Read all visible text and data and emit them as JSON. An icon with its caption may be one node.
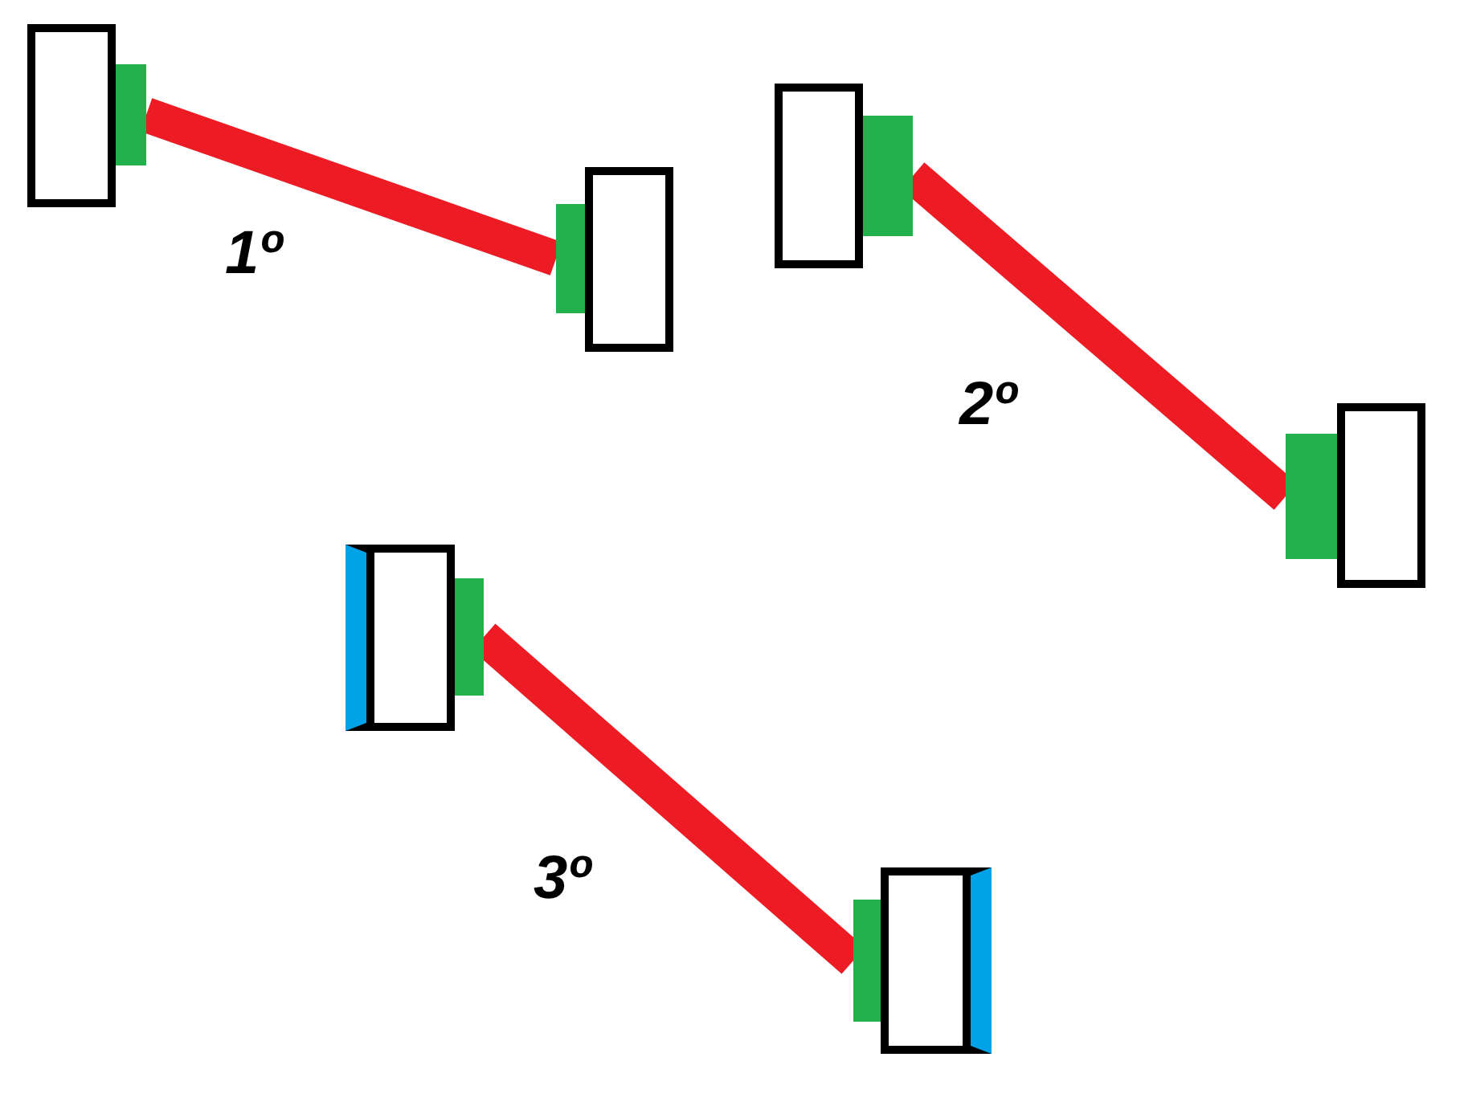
{
  "diagram": {
    "nodes": [
      {
        "text": [],
        "shape": "box"
      },
      {
        "text": [],
        "shape": "bar"
      },
      {
        "text": [],
        "shape": "bar"
      },
      {
        "text": [],
        "shape": "box"
      },
      {
        "text": [],
        "shape": "box"
      },
      {
        "text": [],
        "shape": "bar"
      },
      {
        "text": [],
        "shape": "bar"
      },
      {
        "text": [],
        "shape": "box"
      },
      {
        "text": [],
        "shape": "box"
      },
      {
        "text": [],
        "shape": "bar"
      },
      {
        "text": [],
        "shape": "bar"
      },
      {
        "text": [],
        "shape": "box"
      }
    ],
    "edges": [
      {
        "from": 1,
        "to": 2,
        "arrow": "none"
      },
      {
        "from": 5,
        "to": 6,
        "arrow": "none"
      },
      {
        "from": 9,
        "to": 10,
        "arrow": "none"
      }
    ],
    "labels": [
      "1º",
      "2º",
      "3º"
    ]
  }
}
